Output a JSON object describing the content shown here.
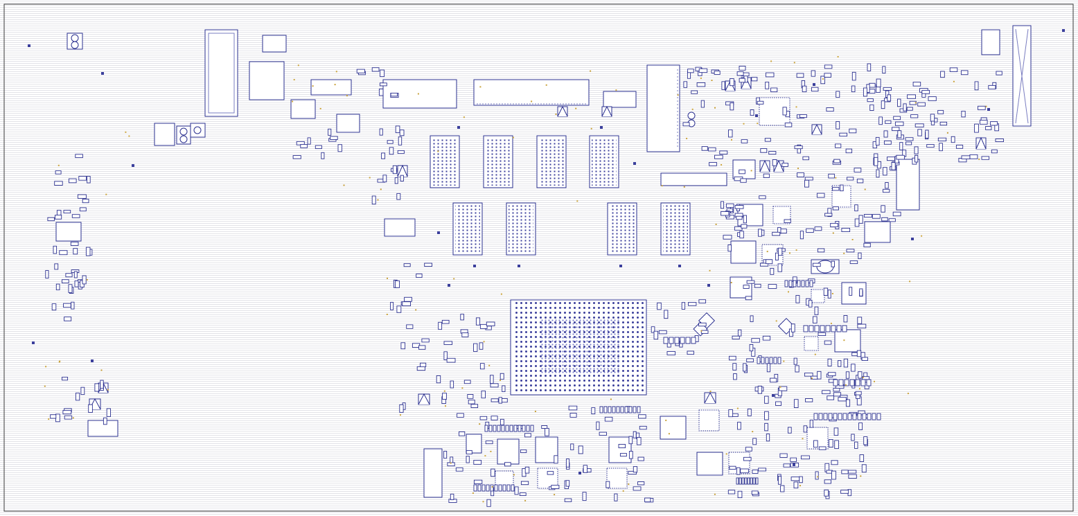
{
  "viewer": {
    "content": "pcb-boardview-layout",
    "text_labels_visible": false
  },
  "colors": {
    "background": "#ffffff",
    "hatch": "#d6d6dc",
    "outline": "#2a2f8f",
    "pin": "#2a2f8f",
    "testpoint": "#c9a23a",
    "board_edge": "#3a3a3a"
  },
  "components": {
    "cpu": "bga-soc",
    "memory_chips": 8,
    "connectors": 6,
    "power_ics": 12
  }
}
